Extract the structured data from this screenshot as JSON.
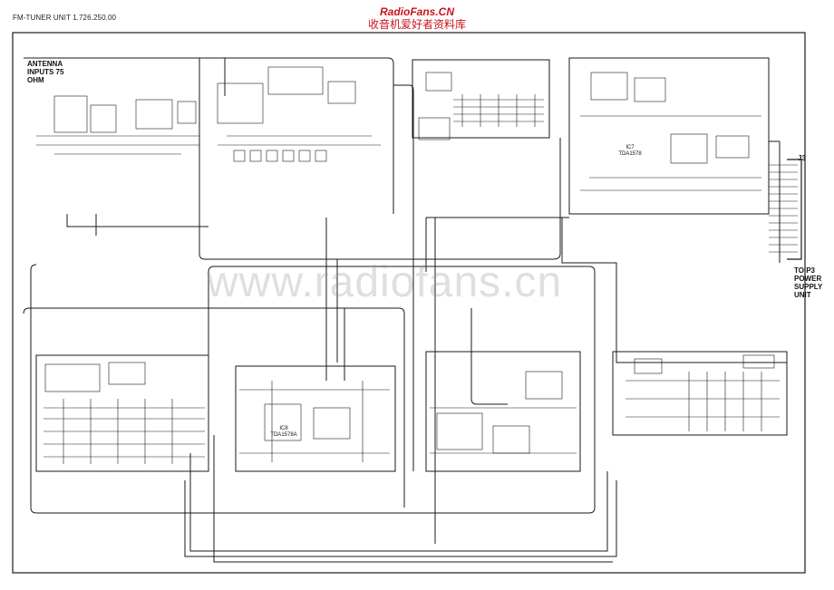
{
  "header": {
    "unit_title": "FM-TUNER UNIT 1.726.250.00",
    "site_name": "RadioFans.CN",
    "site_subtitle": "收音机爱好者资料库"
  },
  "labels": {
    "antenna": "ANTENNA INPUTS 75 OHM",
    "connector": "J3",
    "power_supply": "TO P3 POWER SUPPLY UNIT"
  },
  "watermark": "www.radiofans.cn",
  "ics": [
    {
      "ref": "IC7",
      "part": "TDA1578"
    },
    {
      "ref": "IC8",
      "part": "TDA1578A"
    }
  ]
}
